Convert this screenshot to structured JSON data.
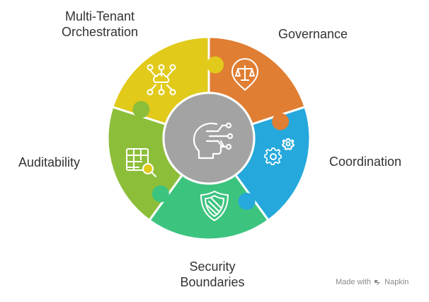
{
  "diagram": {
    "segments": [
      {
        "id": "multi-tenant",
        "label_lines": [
          "Multi-Tenant",
          "Orchestration"
        ],
        "color": "#E07E33",
        "icon": "network-cloud-icon"
      },
      {
        "id": "governance",
        "label_lines": [
          "Governance"
        ],
        "color": "#25A8DC",
        "icon": "scales-shield-icon"
      },
      {
        "id": "coordination",
        "label_lines": [
          "Coordination"
        ],
        "color": "#3CC47F",
        "icon": "gears-icon"
      },
      {
        "id": "security",
        "label_lines": [
          "Security",
          "Boundaries"
        ],
        "color": "#8DBE3A",
        "icon": "shield-icon"
      },
      {
        "id": "auditability",
        "label_lines": [
          "Auditability"
        ],
        "color": "#E1CA1A",
        "icon": "table-search-icon"
      }
    ],
    "center": {
      "color": "#A3A3A3",
      "icon": "head-circuit-icon"
    }
  },
  "credit": {
    "prefix": "Made with",
    "brand": "Napkin"
  }
}
